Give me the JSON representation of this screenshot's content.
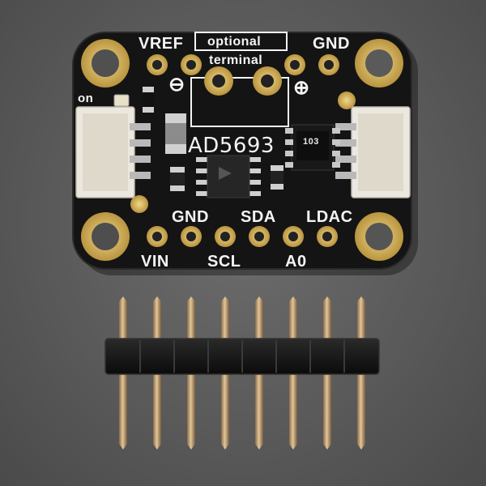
{
  "board": {
    "part_number": "AD5693",
    "optional_line1": "optional",
    "optional_line2": "terminal",
    "minus_symbol": "⊖",
    "plus_symbol": "⊕",
    "on_label": "on",
    "resistor_code": "103",
    "top_pins": {
      "left": "VREF",
      "right": "GND"
    },
    "bottom_pins_upper": [
      "GND",
      "SDA",
      "LDAC"
    ],
    "bottom_pins_lower": [
      "VIN",
      "SCL",
      "A0"
    ]
  },
  "colors": {
    "background": "#5a5a5a",
    "pcb": "#131313",
    "gold": "#d8b862",
    "silkscreen": "#f4f4f4",
    "connector": "#ece8e0",
    "header_pin": "#c9a978"
  }
}
